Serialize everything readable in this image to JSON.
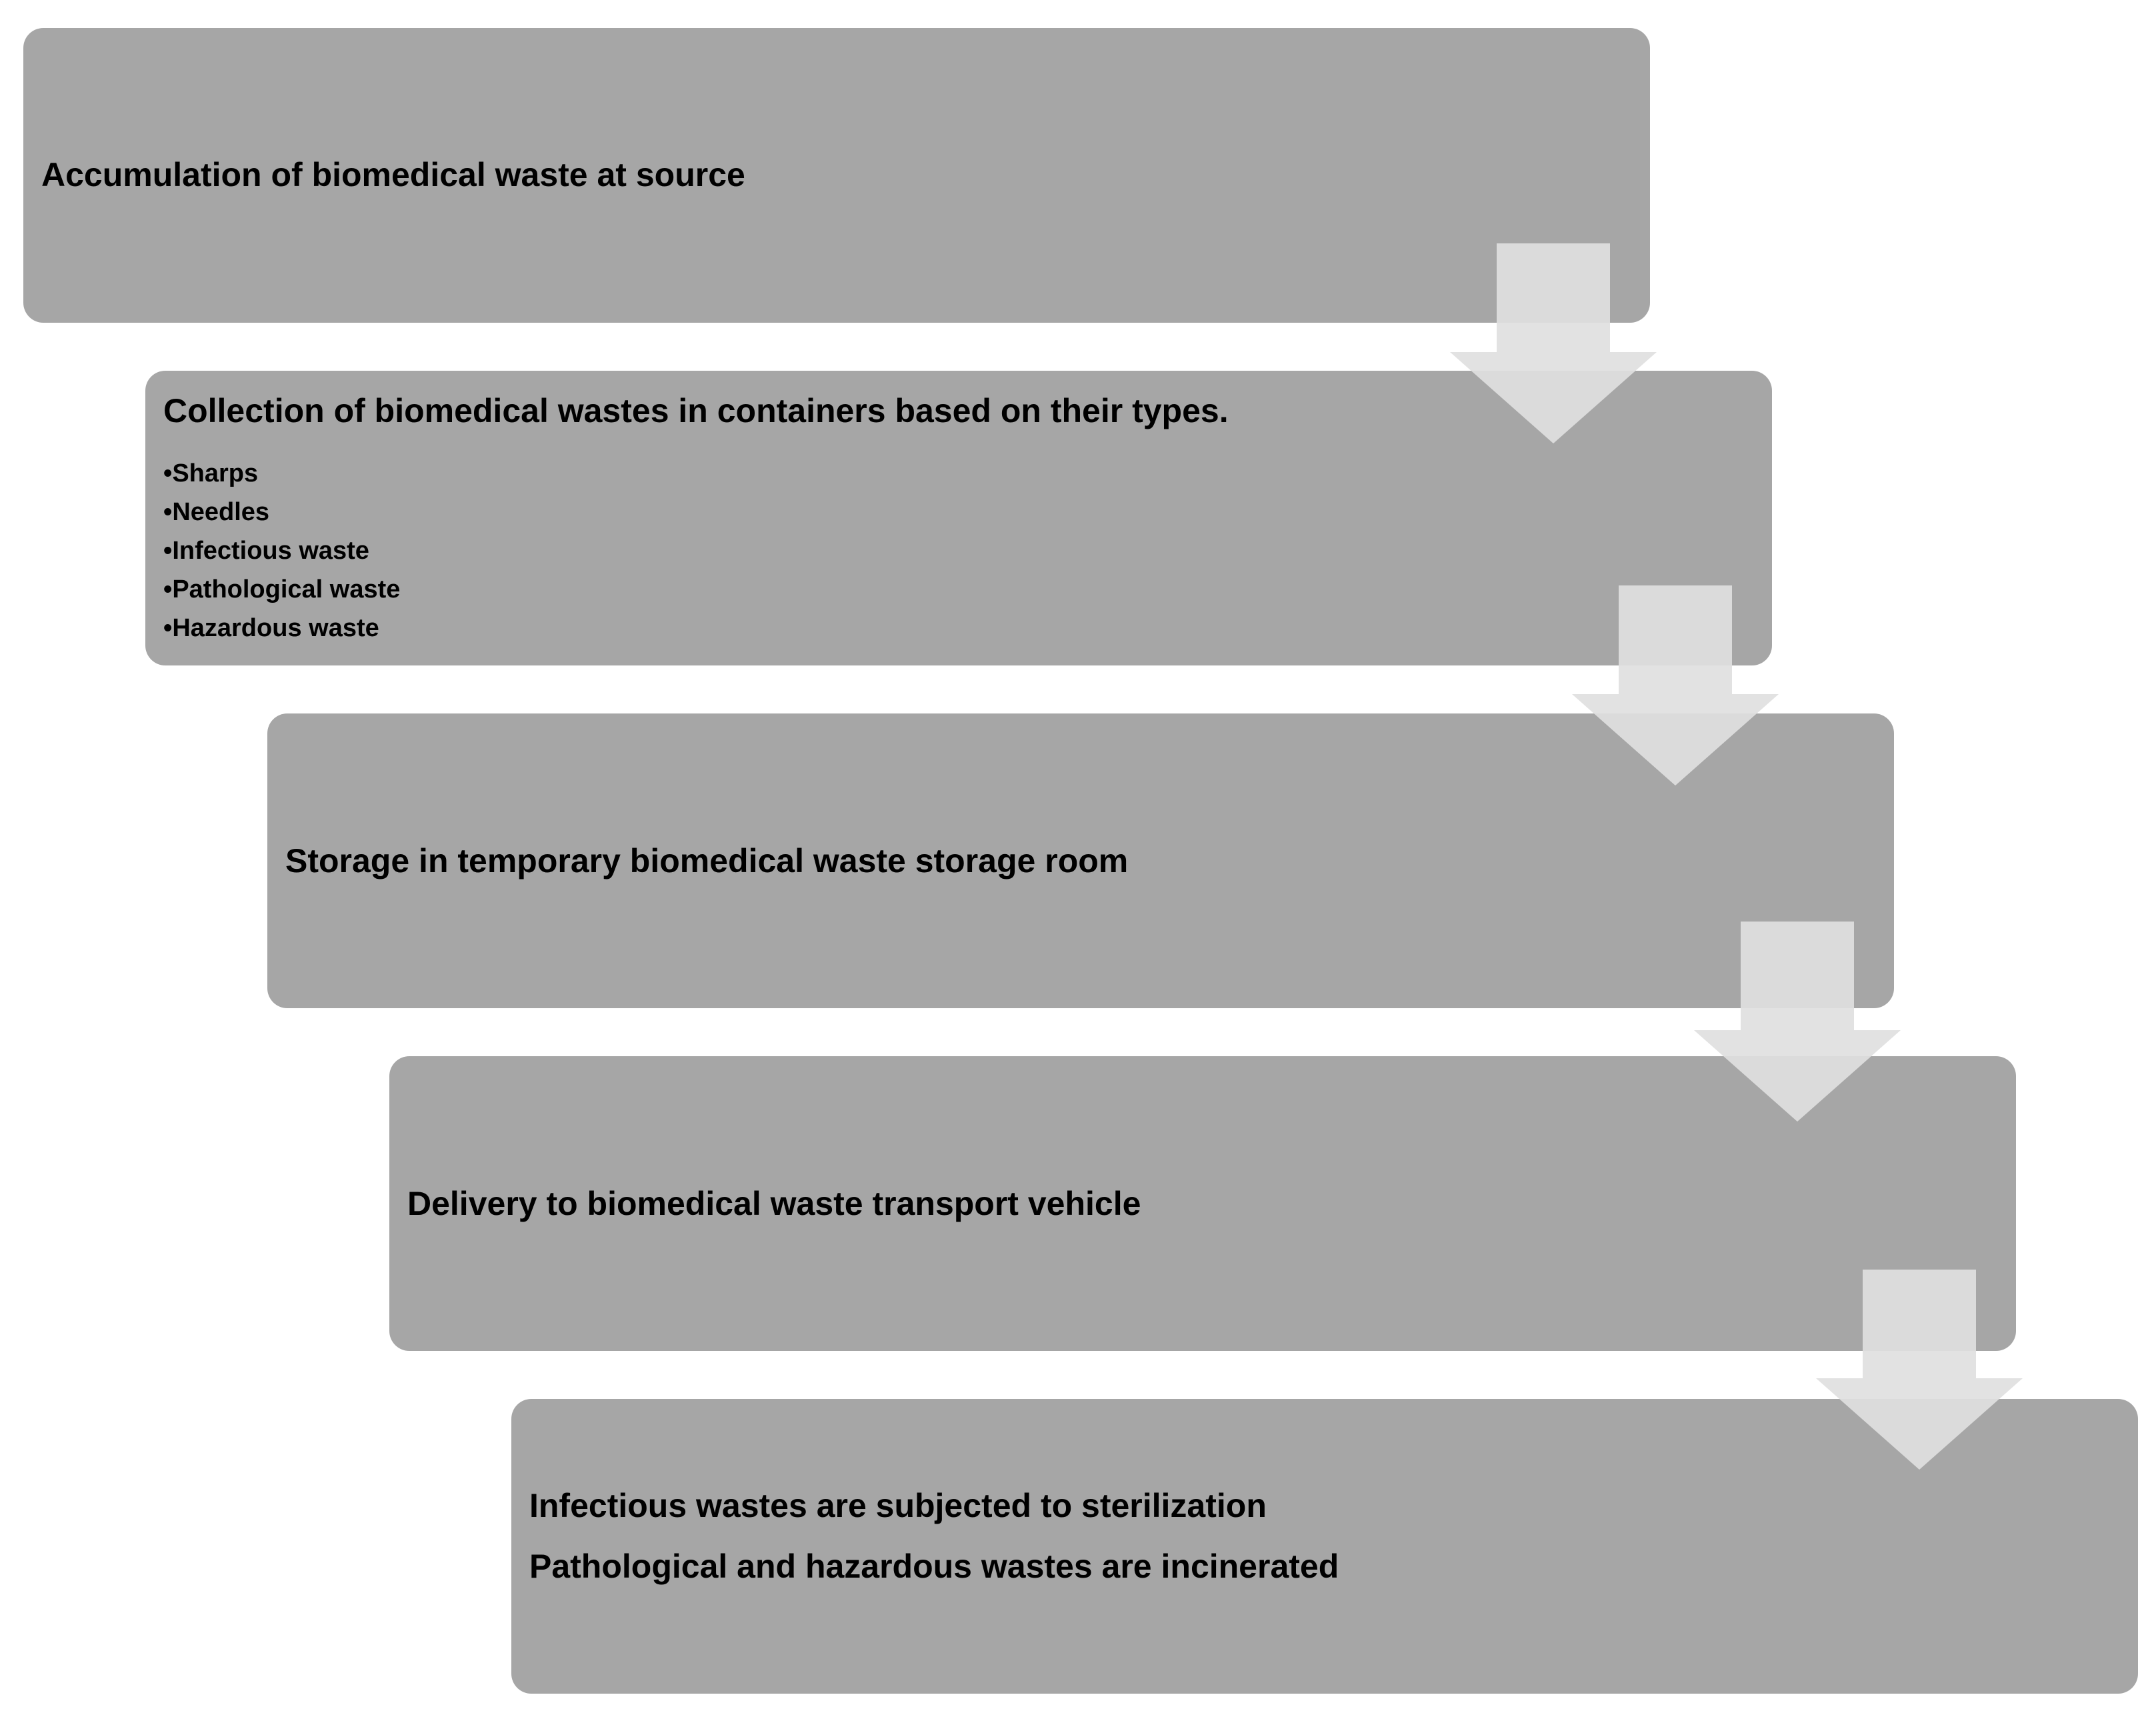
{
  "diagram": {
    "steps": [
      {
        "title": "Accumulation  of biomedical  waste at source"
      },
      {
        "title": "Collection  of biomedical  wastes in containers based on their types.",
        "items": [
          "Sharps",
          "Needles",
          "Infectious waste",
          "Pathological waste",
          "Hazardous waste"
        ]
      },
      {
        "title": "Storage in temporary biomedical  waste storage room"
      },
      {
        "title": "Delivery to biomedical  waste transport vehicle"
      },
      {
        "lines": [
          "Infectious wastes are subjected to sterilization",
          "Pathological  and hazardous wastes are incinerated"
        ]
      }
    ],
    "colors": {
      "box": "#a6a6a6",
      "arrow": "#e0e0e0",
      "text": "#000000"
    }
  }
}
